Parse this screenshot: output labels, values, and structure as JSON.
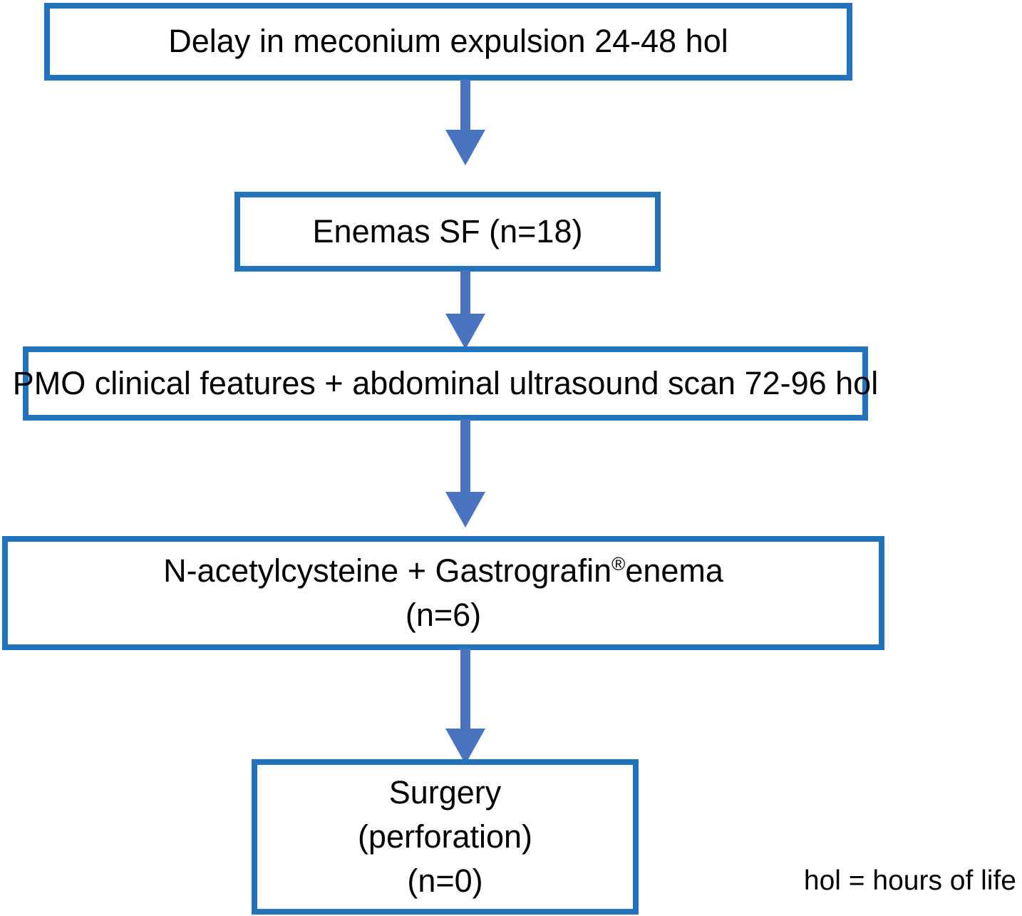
{
  "diagram": {
    "type": "flowchart",
    "colors": {
      "box_border": "#2273bc",
      "arrow": "#4a73c0",
      "text": "#000000",
      "background": "#ffffff"
    },
    "nodes": [
      {
        "id": "delay-meconium",
        "label": "Delay in meconium expulsion 24-48 hol"
      },
      {
        "id": "enemas-sf",
        "label": "Enemas SF (n=18)"
      },
      {
        "id": "pmo-ultrasound",
        "label": "PMO clinical features + abdominal ultrasound scan 72-96 hol"
      },
      {
        "id": "nac-gastrografin",
        "line1_before_mark": "N-acetylcysteine + Gastrografin",
        "registered_mark": "®",
        "line1_after_mark": "enema",
        "line2": "(n=6)"
      },
      {
        "id": "surgery",
        "line1": "Surgery",
        "line2": "(perforation)",
        "line3": "(n=0)"
      }
    ],
    "connections": [
      {
        "from": "delay-meconium",
        "to": "enemas-sf"
      },
      {
        "from": "enemas-sf",
        "to": "pmo-ultrasound"
      },
      {
        "from": "pmo-ultrasound",
        "to": "nac-gastrografin"
      },
      {
        "from": "nac-gastrografin",
        "to": "surgery"
      }
    ],
    "footnote": "hol = hours of life"
  }
}
